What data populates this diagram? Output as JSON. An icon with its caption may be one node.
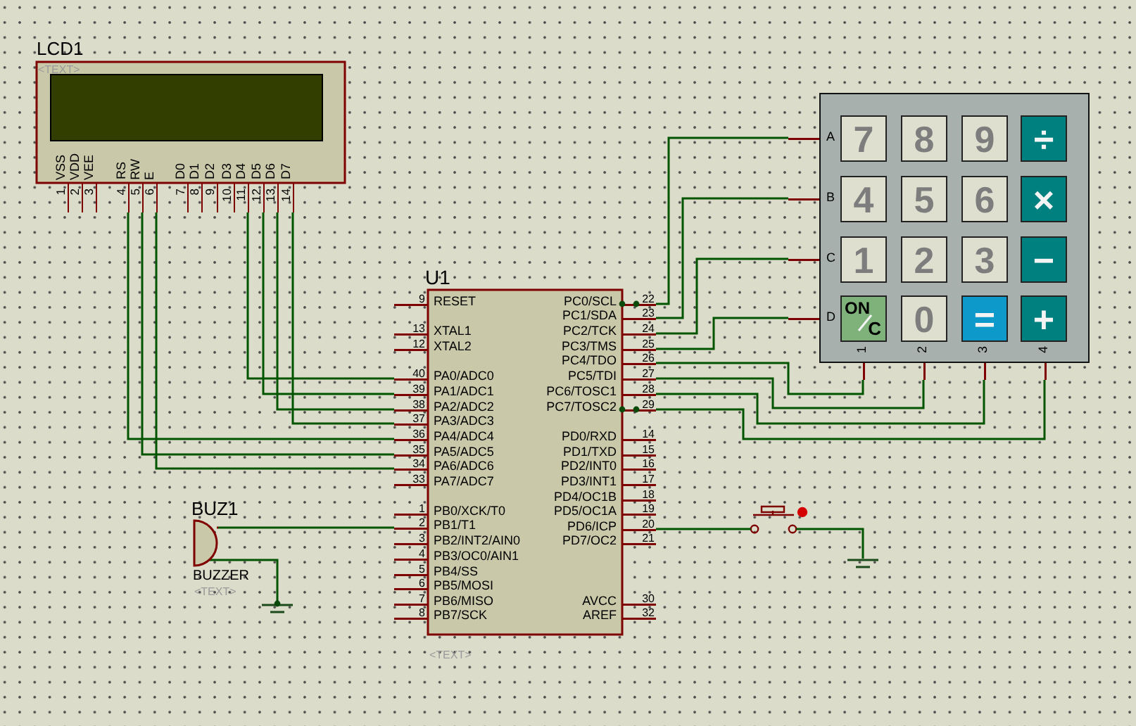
{
  "diagram": {
    "nodes": [
      {
        "text": [
          "LCD1",
          "<TEXT>"
        ]
      },
      {
        "text": [
          "VSS",
          "1"
        ]
      },
      {
        "text": [
          "VDD",
          "2"
        ]
      },
      {
        "text": [
          "VEE",
          "3"
        ]
      },
      {
        "text": [
          "RS",
          "4"
        ]
      },
      {
        "text": [
          "RW",
          "5"
        ]
      },
      {
        "text": [
          "E",
          "6"
        ]
      },
      {
        "text": [
          "D0",
          "7"
        ]
      },
      {
        "text": [
          "D1",
          "8"
        ]
      },
      {
        "text": [
          "D2",
          "9"
        ]
      },
      {
        "text": [
          "D3",
          "10"
        ]
      },
      {
        "text": [
          "D4",
          "11"
        ]
      },
      {
        "text": [
          "D5",
          "12"
        ]
      },
      {
        "text": [
          "D6",
          "13"
        ]
      },
      {
        "text": [
          "D7",
          "14"
        ]
      },
      {
        "text": [],
        "shape": "box"
      },
      {
        "text": [
          "A"
        ]
      },
      {
        "text": [
          "B"
        ]
      },
      {
        "text": [
          "C"
        ]
      },
      {
        "text": [
          "D"
        ]
      },
      {
        "text": [
          "7"
        ],
        "in": 15
      },
      {
        "text": [
          "8"
        ],
        "in": 15
      },
      {
        "text": [
          "9"
        ],
        "in": 15
      },
      {
        "text": [
          "÷"
        ],
        "in": 15
      },
      {
        "text": [
          "4"
        ],
        "in": 15
      },
      {
        "text": [
          "5"
        ],
        "in": 15
      },
      {
        "text": [
          "6"
        ],
        "in": 15
      },
      {
        "text": [
          "×"
        ],
        "in": 15
      },
      {
        "text": [
          "1"
        ],
        "in": 15
      },
      {
        "text": [
          "2"
        ],
        "in": 15
      },
      {
        "text": [
          "3"
        ],
        "in": 15
      },
      {
        "text": [
          "−"
        ],
        "in": 15
      },
      {
        "text": [
          "ON",
          "C"
        ],
        "in": 15
      },
      {
        "text": [
          "0"
        ],
        "in": 15
      },
      {
        "text": [
          "="
        ],
        "in": 15
      },
      {
        "text": [
          "+"
        ],
        "in": 15
      },
      {
        "text": [
          "1"
        ]
      },
      {
        "text": [
          "2"
        ]
      },
      {
        "text": [
          "3"
        ]
      },
      {
        "text": [
          "4"
        ]
      },
      {
        "text": [
          "U1",
          "<TEXT>"
        ]
      },
      {
        "text": [
          "9",
          "RESET"
        ],
        "in": 40
      },
      {
        "text": [
          "13",
          "XTAL1"
        ],
        "in": 40
      },
      {
        "text": [
          "12",
          "XTAL2"
        ],
        "in": 40
      },
      {
        "text": [
          "40",
          "PA0/ADC0"
        ],
        "in": 40
      },
      {
        "text": [
          "39",
          "PA1/ADC1"
        ],
        "in": 40
      },
      {
        "text": [
          "38",
          "PA2/ADC2"
        ],
        "in": 40
      },
      {
        "text": [
          "37",
          "PA3/ADC3"
        ],
        "in": 40
      },
      {
        "text": [
          "36",
          "PA4/ADC4"
        ],
        "in": 40
      },
      {
        "text": [
          "35",
          "PA5/ADC5"
        ],
        "in": 40
      },
      {
        "text": [
          "34",
          "PA6/ADC6"
        ],
        "in": 40
      },
      {
        "text": [
          "33",
          "PA7/ADC7"
        ],
        "in": 40
      },
      {
        "text": [
          "1",
          "PB0/XCK/T0"
        ],
        "in": 40
      },
      {
        "text": [
          "2",
          "PB1/T1"
        ],
        "in": 40
      },
      {
        "text": [
          "3",
          "PB2/INT2/AIN0"
        ],
        "in": 40
      },
      {
        "text": [
          "4",
          "PB3/OC0/AIN1"
        ],
        "in": 40
      },
      {
        "text": [
          "5",
          "PB4/SS"
        ],
        "in": 40
      },
      {
        "text": [
          "6",
          "PB5/MOSI"
        ],
        "in": 40
      },
      {
        "text": [
          "7",
          "PB6/MISO"
        ],
        "in": 40
      },
      {
        "text": [
          "8",
          "PB7/SCK"
        ],
        "in": 40
      },
      {
        "text": [
          "PC0/SCL",
          "22"
        ],
        "in": 40
      },
      {
        "text": [
          "PC1/SDA",
          "23"
        ],
        "in": 40
      },
      {
        "text": [
          "PC2/TCK",
          "24"
        ],
        "in": 40
      },
      {
        "text": [
          "PC3/TMS",
          "25"
        ],
        "in": 40
      },
      {
        "text": [
          "PC4/TDO",
          "26"
        ],
        "in": 40
      },
      {
        "text": [
          "PC5/TDI",
          "27"
        ],
        "in": 40
      },
      {
        "text": [
          "PC6/TOSC1",
          "28"
        ],
        "in": 40
      },
      {
        "text": [
          "PC7/TOSC2",
          "29"
        ],
        "in": 40
      },
      {
        "text": [
          "PD0/RXD",
          "14"
        ],
        "in": 40
      },
      {
        "text": [
          "PD1/TXD",
          "15"
        ],
        "in": 40
      },
      {
        "text": [
          "PD2/INT0",
          "16"
        ],
        "in": 40
      },
      {
        "text": [
          "PD3/INT1",
          "17"
        ],
        "in": 40
      },
      {
        "text": [
          "PD4/OC1B",
          "18"
        ],
        "in": 40
      },
      {
        "text": [
          "PD5/OC1A",
          "19"
        ],
        "in": 40
      },
      {
        "text": [
          "PD6/ICP",
          "20"
        ],
        "in": 40
      },
      {
        "text": [
          "PD7/OC2",
          "21"
        ],
        "in": 40
      },
      {
        "text": [
          "AVCC",
          "30"
        ],
        "in": 40
      },
      {
        "text": [
          "AREF",
          "32"
        ],
        "in": 40
      },
      {
        "text": [
          "BUZ1",
          "BUZZER",
          "<TEXT>"
        ]
      },
      {
        "text": [],
        "shape": "switch"
      },
      {
        "text": [],
        "shape": "ground"
      },
      {
        "text": [],
        "shape": "ground"
      }
    ],
    "edges": [
      {
        "from": 11,
        "to": 44,
        "arrow": "none"
      },
      {
        "from": 12,
        "to": 45,
        "arrow": "none"
      },
      {
        "from": 13,
        "to": 46,
        "arrow": "none"
      },
      {
        "from": 14,
        "to": 47,
        "arrow": "none"
      },
      {
        "from": 4,
        "to": 48,
        "arrow": "none"
      },
      {
        "from": 5,
        "to": 49,
        "arrow": "none"
      },
      {
        "from": 6,
        "to": 50,
        "arrow": "none"
      },
      {
        "from": 16,
        "to": 60,
        "arrow": "none"
      },
      {
        "from": 17,
        "to": 61,
        "arrow": "none"
      },
      {
        "from": 18,
        "to": 62,
        "arrow": "none"
      },
      {
        "from": 19,
        "to": 63,
        "arrow": "none"
      },
      {
        "from": 36,
        "to": 64,
        "arrow": "none"
      },
      {
        "from": 37,
        "to": 65,
        "arrow": "none"
      },
      {
        "from": 38,
        "to": 66,
        "arrow": "none"
      },
      {
        "from": 39,
        "to": 67,
        "arrow": "none"
      },
      {
        "from": 78,
        "to": 53,
        "arrow": "none"
      },
      {
        "from": 78,
        "to": 80,
        "arrow": "none"
      },
      {
        "from": 74,
        "to": 79,
        "arrow": "none"
      },
      {
        "from": 79,
        "to": 81,
        "arrow": "none"
      }
    ]
  }
}
